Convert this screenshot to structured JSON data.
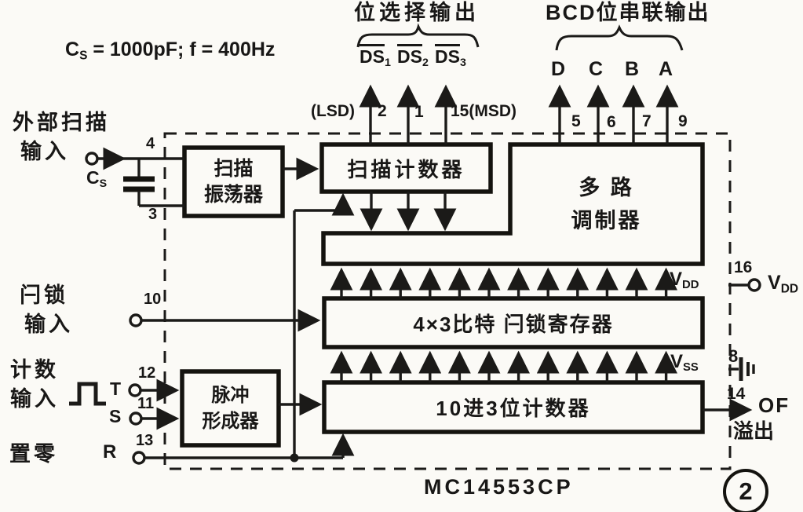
{
  "note": {
    "cap_base": "C",
    "cap_sub": "S",
    "rest": " = 1000pF; f = 400Hz"
  },
  "inputs": {
    "ext_scan_line1": "外部扫描",
    "ext_scan_line2": "输入",
    "cap_base": "C",
    "cap_sub": "S",
    "latch_line1": "闩锁",
    "latch_line2": "输入",
    "count_line1": "计数",
    "count_line2": "输入",
    "reset": "置零",
    "t": "T",
    "s": "S",
    "r": "R"
  },
  "pins": {
    "p4": "4",
    "p3": "3",
    "p10": "10",
    "p12": "12",
    "p11": "11",
    "p13": "13",
    "lsd": "(LSD)",
    "p2": "2",
    "p1": "1",
    "p15": "15(MSD)",
    "p5": "5",
    "p6": "6",
    "p7": "7",
    "p9": "9",
    "p16": "16",
    "p8": "8",
    "p14": "14"
  },
  "blocks": {
    "oscillator_line1": "扫描",
    "oscillator_line2": "振荡器",
    "scan_counter": "扫描计数器",
    "mux_line1": "多 路",
    "mux_line2": "调制器",
    "latch_register": "4×3比特  闩锁寄存器",
    "counter": "10进3位计数器",
    "pulse_line1": "脉冲",
    "pulse_line2": "形成器"
  },
  "outputs": {
    "digit_select_title": "位选择输出",
    "ds_base": "DS",
    "ds1_sub": "1",
    "ds2_sub": "2",
    "ds3_sub": "3",
    "bcd_title": "BCD位串联输出",
    "bit_d": "D",
    "bit_c": "C",
    "bit_b": "B",
    "bit_a": "A",
    "vdd_base": "V",
    "vdd_sub": "DD",
    "vdd_ext_base": "V",
    "vdd_ext_sub": "DD",
    "vss_base": "V",
    "vss_sub": "SS",
    "of": "OF",
    "overflow": "溢出"
  },
  "footer": {
    "chip": "MC14553CP",
    "figure": "2"
  }
}
